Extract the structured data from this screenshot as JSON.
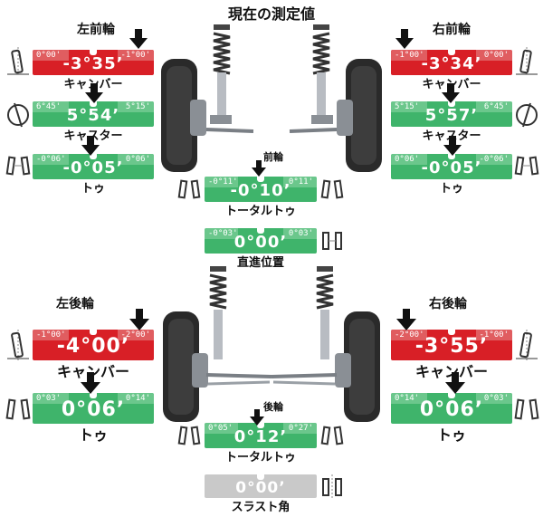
{
  "page": {
    "title": "現在の測定値"
  },
  "colors": {
    "red": "#d81f26",
    "green": "#3fb46b",
    "gray": "#c9c9c9",
    "red_limit_zone": "#e88f8f",
    "green_limit_zone": "#8fd7a8"
  },
  "front_left": {
    "title": "左前輪",
    "camber": {
      "label": "キャンバー",
      "value": "-3°35’",
      "min": "0°00'",
      "max": "-1°00'",
      "status": "red"
    },
    "caster": {
      "label": "キャスター",
      "value": "5°54’",
      "min": "6°45'",
      "max": "5°15'",
      "status": "green"
    },
    "toe": {
      "label": "トゥ",
      "value": "-0°05’",
      "min": "-0°06'",
      "max": "0°06'",
      "status": "green"
    }
  },
  "front_right": {
    "title": "右前輪",
    "camber": {
      "label": "キャンバー",
      "value": "-3°34’",
      "min": "-1°00'",
      "max": "0°00'",
      "status": "red"
    },
    "caster": {
      "label": "キャスター",
      "value": "5°57’",
      "min": "5°15'",
      "max": "6°45'",
      "status": "green"
    },
    "toe": {
      "label": "トゥ",
      "value": "-0°05’",
      "min": "0°06'",
      "max": "-0°06'",
      "status": "green"
    }
  },
  "front_total": {
    "title": "前輪",
    "label": "トータルトゥ",
    "value": "-0°10’",
    "min": "-0°11'",
    "max": "0°11'",
    "status": "green"
  },
  "straight": {
    "label": "直進位置",
    "value": "0°00’",
    "min": "-0°03'",
    "max": "0°03'",
    "status": "green"
  },
  "rear_left": {
    "title": "左後輪",
    "camber": {
      "label": "キャンバー",
      "value": "-4°00’",
      "min": "-1°00'",
      "max": "-2°00'",
      "status": "red"
    },
    "toe": {
      "label": "トゥ",
      "value": "0°06’",
      "min": "0°03'",
      "max": "0°14'",
      "status": "green"
    }
  },
  "rear_right": {
    "title": "右後輪",
    "camber": {
      "label": "キャンバー",
      "value": "-3°55’",
      "min": "-2°00'",
      "max": "-1°00'",
      "status": "red"
    },
    "toe": {
      "label": "トゥ",
      "value": "0°06’",
      "min": "0°14'",
      "max": "0°03'",
      "status": "green"
    }
  },
  "rear_total": {
    "title": "後輪",
    "label": "トータルトゥ",
    "value": "0°12’",
    "min": "0°05'",
    "max": "0°27'",
    "status": "green"
  },
  "thrust": {
    "label": "スラスト角",
    "value": "0°00’",
    "status": "gray"
  }
}
